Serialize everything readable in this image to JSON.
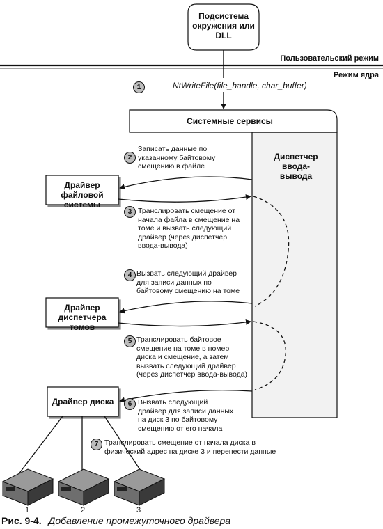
{
  "top_box": {
    "label": "Подсистема окружения или DLL"
  },
  "user_mode_label": "Пользовательский режим",
  "kernel_mode_label": "Режим ядра",
  "call": {
    "function": "NtWriteFile",
    "args": "(file_handle, char_buffer)"
  },
  "system_services": {
    "label": "Системные сервисы"
  },
  "io_manager": {
    "label": "Диспетчер ввода-вывода"
  },
  "drivers": {
    "fs": "Драйвер файловой системы",
    "volume": "Драйвер диспетчера томов",
    "disk": "Драйвер диска"
  },
  "steps": [
    {
      "num": "1",
      "text": ""
    },
    {
      "num": "2",
      "text": "Записать данные по указанному байтовому смещению в файле"
    },
    {
      "num": "3",
      "text": "Транслировать смещение от начала файла в смещение на томе и вызвать следующий драйвер (через диспетчер ввода-вывода)"
    },
    {
      "num": "4",
      "text": "Вызвать следующий драйвер для записи данных по байтовому смещению на томе"
    },
    {
      "num": "5",
      "text": "Транслировать байтовое смещение на томе в номер диска и смещение, а затем вызвать следующий драйвер (через диспетчер ввода-вывода)"
    },
    {
      "num": "6",
      "text": "Вызвать следующий драйвер для записи данных на диск 3 по байтовому смещению от его начала"
    },
    {
      "num": "7",
      "text": "Транслировать смещение от начала диска в физический адрес на диске 3 и перенести данные"
    }
  ],
  "disks": [
    "1",
    "2",
    "3"
  ],
  "caption": {
    "label": "Рис. 9-4.",
    "text": "Добавление промежуточного драйвера"
  }
}
